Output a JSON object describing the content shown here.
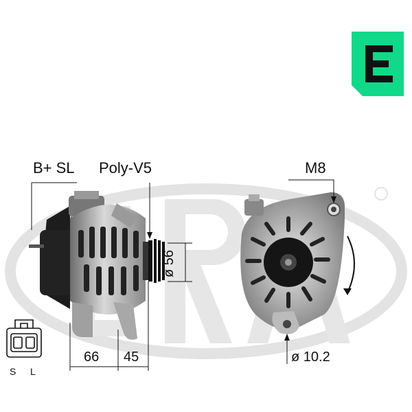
{
  "brand": {
    "logo_letter": "E",
    "accent_color": "#10d98a",
    "watermark_text": "ERA"
  },
  "labels": {
    "terminal": "B+ SL",
    "pulley": "Poly-V5",
    "pulley_diameter": "ø 56",
    "mount_bolt": "M8",
    "dim_a": "66",
    "dim_b": "45",
    "hole_diameter": "ø 10.2",
    "connector_pin_s": "S",
    "connector_pin_l": "L"
  },
  "icons": {
    "logo": "era-logo-icon",
    "connector": "connector-plug-icon",
    "rotation": "rotation-arrow-icon"
  }
}
